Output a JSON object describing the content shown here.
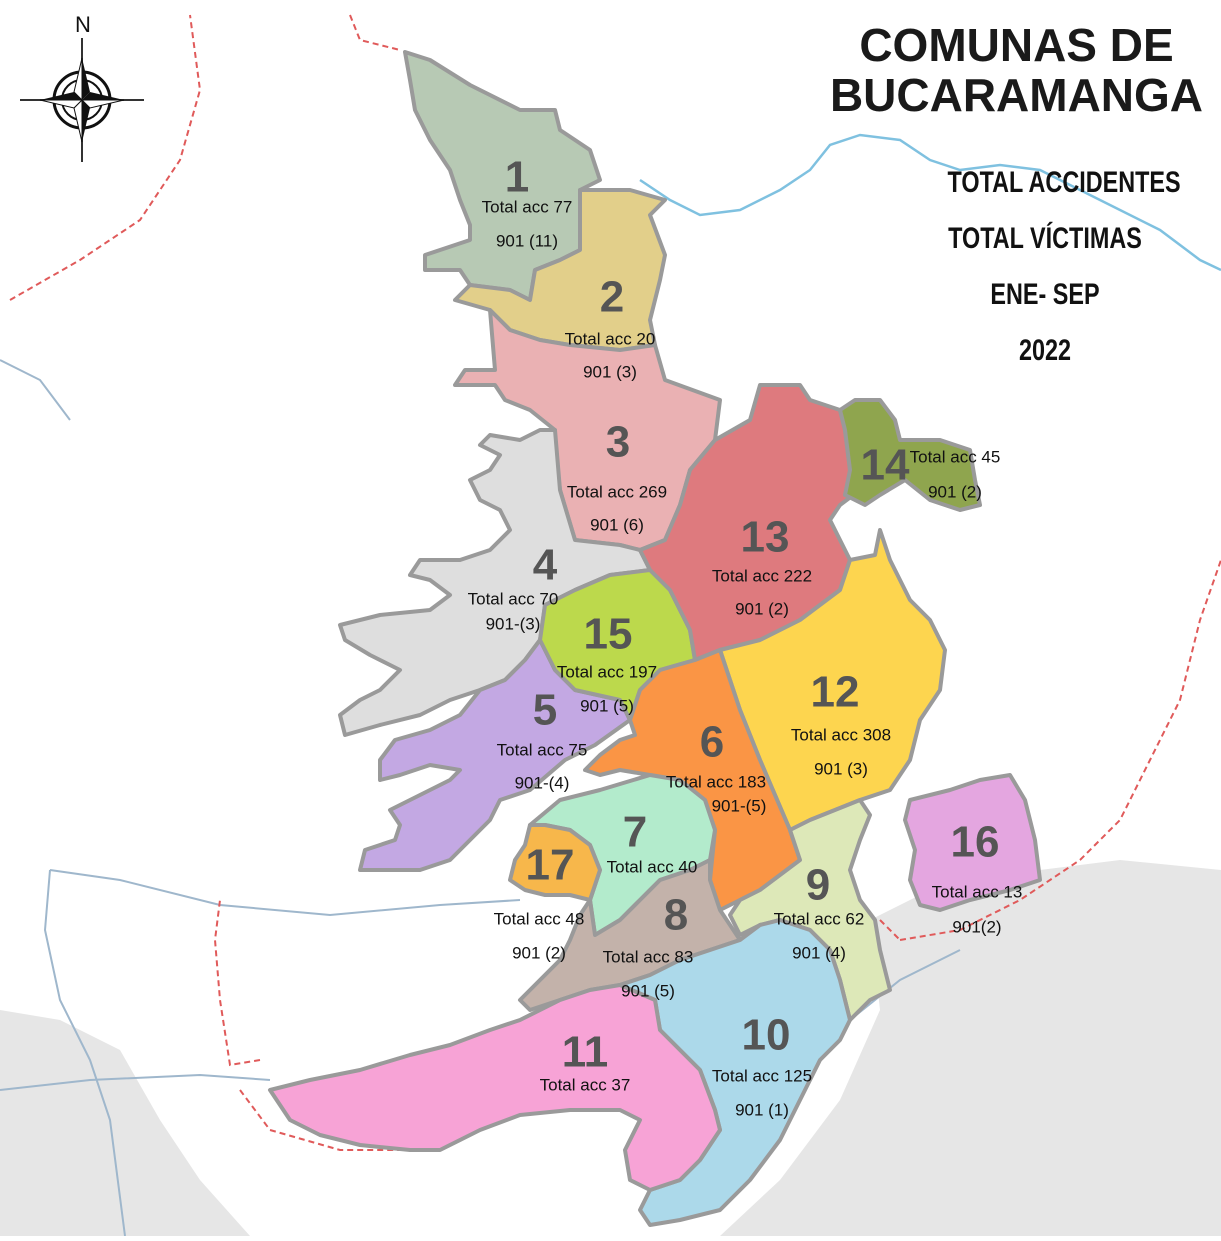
{
  "title": {
    "line1": "COMUNAS DE",
    "line2": "BUCARAMANGA"
  },
  "subtitle": {
    "line1": "TOTAL ACCIDENTES",
    "line2": "TOTAL VÍCTIMAS",
    "line3": "ENE- SEP",
    "line4": "2022"
  },
  "compass": {
    "label": "N",
    "icon": "compass-rose-icon"
  },
  "comunas": [
    {
      "number": "1",
      "accidents": "Total acc 77",
      "victims": "901 (11)",
      "color": "#b7c9b4"
    },
    {
      "number": "2",
      "accidents": "Total acc 20",
      "victims": "901 (3)",
      "color": "#e2cf8a"
    },
    {
      "number": "3",
      "accidents": "Total acc 269",
      "victims": "901 (6)",
      "color": "#eab1b3"
    },
    {
      "number": "4",
      "accidents": "Total acc 70",
      "victims": "901-(3)",
      "color": "#dedede"
    },
    {
      "number": "5",
      "accidents": "Total acc 75",
      "victims": "901-(4)",
      "color": "#c3a8e3"
    },
    {
      "number": "6",
      "accidents": "Total acc 183",
      "victims": "901-(5)",
      "color": "#fa9545"
    },
    {
      "number": "7",
      "accidents": "Total acc 40",
      "victims": "",
      "color": "#b3ebcc"
    },
    {
      "number": "8",
      "accidents": "Total acc 83",
      "victims": "901 (5)",
      "color": "#c3b2aa"
    },
    {
      "number": "9",
      "accidents": "Total acc 62",
      "victims": "901 (4)",
      "color": "#dde8b8"
    },
    {
      "number": "10",
      "accidents": "Total acc 125",
      "victims": "901 (1)",
      "color": "#acd9ea"
    },
    {
      "number": "11",
      "accidents": "Total acc 37",
      "victims": "",
      "color": "#f7a3d6"
    },
    {
      "number": "12",
      "accidents": "Total acc 308",
      "victims": "901 (3)",
      "color": "#fdd54f"
    },
    {
      "number": "13",
      "accidents": "Total acc 222",
      "victims": "901 (2)",
      "color": "#de7a7e"
    },
    {
      "number": "14",
      "accidents": "Total acc 45",
      "victims": "901 (2)",
      "color": "#8fa54e"
    },
    {
      "number": "15",
      "accidents": "Total acc 197",
      "victims": "901 (5)",
      "color": "#bcd94c"
    },
    {
      "number": "16",
      "accidents": "Total acc 13",
      "victims": "901(2)",
      "color": "#e4a6e0"
    },
    {
      "number": "17",
      "accidents": "Total acc 48",
      "victims": "901 (2)",
      "color": "#f7b74b"
    }
  ],
  "colors": {
    "river": "#7fc1e0",
    "boundary": "#e05a5a",
    "outside_area": "#e6e6e6",
    "inner_line": "#9fb7cc"
  }
}
